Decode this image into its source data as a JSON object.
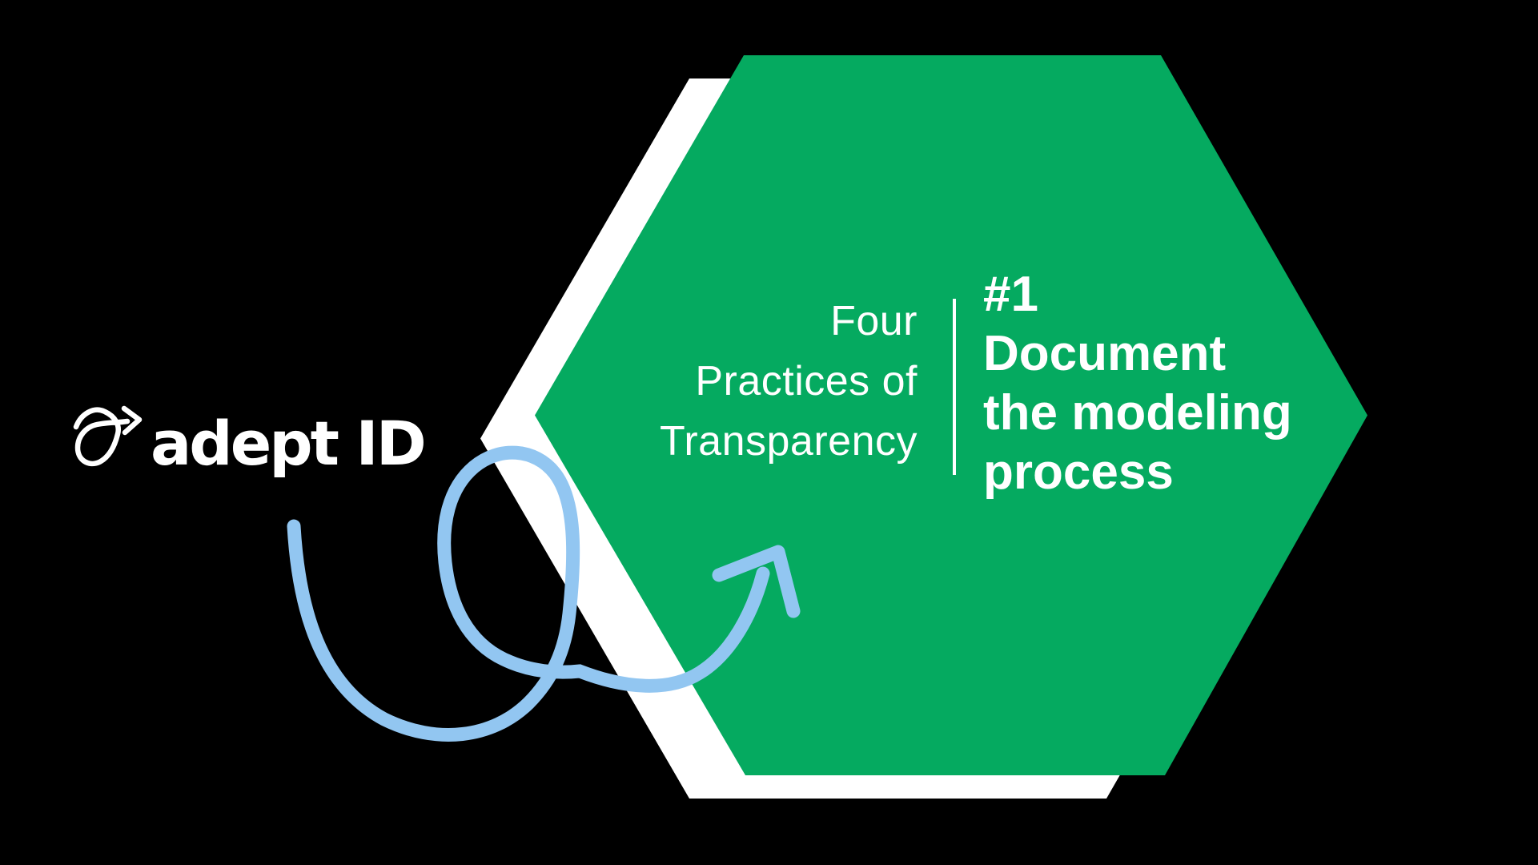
{
  "slide": {
    "background_color": "#000000",
    "brand": {
      "name": "adept ID",
      "icon": "scribble-loop-arrow-icon",
      "color": "#FFFFFF"
    },
    "hexagon_card": {
      "series_title": "Four\nPractices of\nTransparency",
      "item_number": "#1",
      "item_title": "Document\nthe modeling\nprocess",
      "fill_color": "#05AA60",
      "shadow_color": "#FFFFFF",
      "divider_color": "#FFFFFF",
      "text_color": "#FFFFFF"
    },
    "decoration": {
      "doodle": "loop-arrow-doodle pointing up-right",
      "color": "#92C6F1"
    }
  }
}
